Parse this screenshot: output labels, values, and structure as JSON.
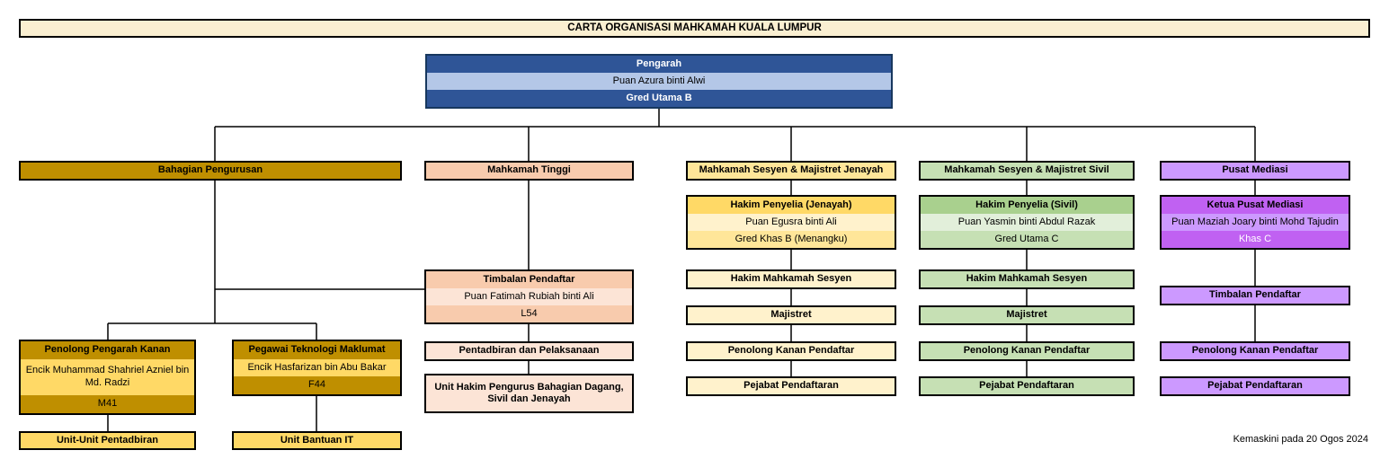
{
  "page": {
    "title": "CARTA ORGANISASI MAHKAMAH KUALA LUMPUR",
    "updated": "Kemaskini pada 20 Ogos 2024"
  },
  "director": {
    "title": "Pengarah",
    "name": "Puan Azura binti Alwi",
    "grade": "Gred Utama B"
  },
  "management": {
    "header": "Bahagian Pengurusan",
    "officers": [
      {
        "title": "Penolong Pengarah Kanan",
        "name": "Encik Muhammad Shahriel Azniel bin Md. Radzi",
        "grade": "M41",
        "unit": "Unit-Unit Pentadbiran"
      },
      {
        "title": "Pegawai Teknologi Maklumat",
        "name": "Encik Hasfarizan bin Abu Bakar",
        "grade": "F44",
        "unit": "Unit Bantuan IT"
      }
    ]
  },
  "high_court": {
    "header": "Mahkamah Tinggi",
    "officer": {
      "title": "Timbalan Pendaftar",
      "name": "Puan Fatimah Rubiah binti Ali",
      "grade": "L54"
    },
    "units": [
      "Pentadbiran dan Pelaksanaan",
      "Unit Hakim Pengurus Bahagian Dagang, Sivil dan Jenayah"
    ]
  },
  "criminal": {
    "header": "Mahkamah Sesyen & Majistret Jenayah",
    "officer": {
      "title": "Hakim Penyelia (Jenayah)",
      "name": "Puan Egusra binti Ali",
      "grade": "Gred Khas B (Menangku)"
    },
    "units": [
      "Hakim Mahkamah Sesyen",
      "Majistret",
      "Penolong Kanan Pendaftar",
      "Pejabat Pendaftaran"
    ]
  },
  "civil": {
    "header": "Mahkamah Sesyen & Majistret Sivil",
    "officer": {
      "title": "Hakim Penyelia (Sivil)",
      "name": "Puan Yasmin binti Abdul Razak",
      "grade": "Gred Utama C"
    },
    "units": [
      "Hakim Mahkamah Sesyen",
      "Majistret",
      "Penolong Kanan Pendaftar",
      "Pejabat Pendaftaran"
    ]
  },
  "mediation": {
    "header": "Pusat Mediasi",
    "officer": {
      "title": "Ketua Pusat Mediasi",
      "name": "Puan Maziah Joary binti Mohd Tajudin",
      "grade": "Khas C"
    },
    "units": [
      "Timbalan Pendaftar",
      "Penolong Kanan Pendaftar",
      "Pejabat Pendaftaran"
    ]
  },
  "colors": {
    "title_bar_bg": "#FAEFD1",
    "director_dark_blue": "#2F5597",
    "director_light_blue": "#B4C7E7",
    "management_dark_gold": "#BF8F00",
    "management_light_gold": "#FFD966",
    "high_court_peach": "#F8CBAD",
    "high_court_light_peach": "#FCE4D6",
    "criminal_yellow": "#FFE699",
    "criminal_gold": "#FFD966",
    "criminal_light_yellow": "#FFF2CC",
    "civil_green": "#C6E0B4",
    "civil_dark_green": "#A9D08E",
    "civil_light_green": "#E2EFDA",
    "mediation_purple": "#C061F2",
    "mediation_light_purple": "#CC99FF"
  }
}
